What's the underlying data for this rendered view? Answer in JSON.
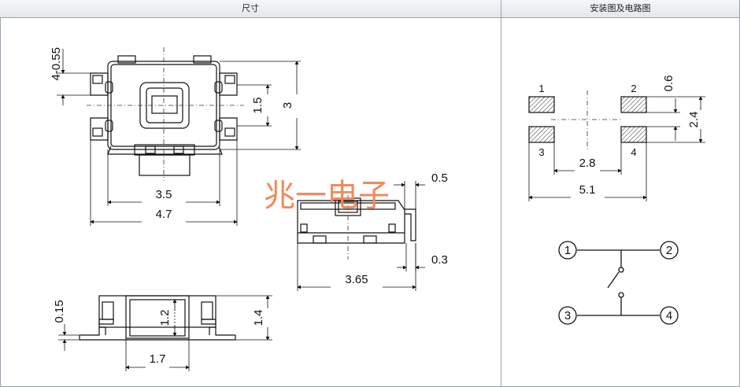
{
  "headers": {
    "left": "尺寸",
    "right": "安装图及电路图"
  },
  "watermark": "兆一电子",
  "dimensions": {
    "pad_pitch": "4-0.55",
    "inner_height": "1.5",
    "body_height": "3",
    "body_width": "3.5",
    "total_width": "4.7",
    "lever": "0.5",
    "base": "0.3",
    "side_length": "3.65",
    "terminal": "0.15",
    "stem_height": "1.2",
    "total_height": "1.4",
    "stem_width": "1.7"
  },
  "layout_dims": {
    "pad_gap": "0.6",
    "row_pitch": "2.4",
    "inner_span": "2.8",
    "outer_span": "5.1"
  },
  "pads": [
    "1",
    "2",
    "3",
    "4"
  ],
  "circuit": [
    "1",
    "2",
    "3",
    "4"
  ]
}
